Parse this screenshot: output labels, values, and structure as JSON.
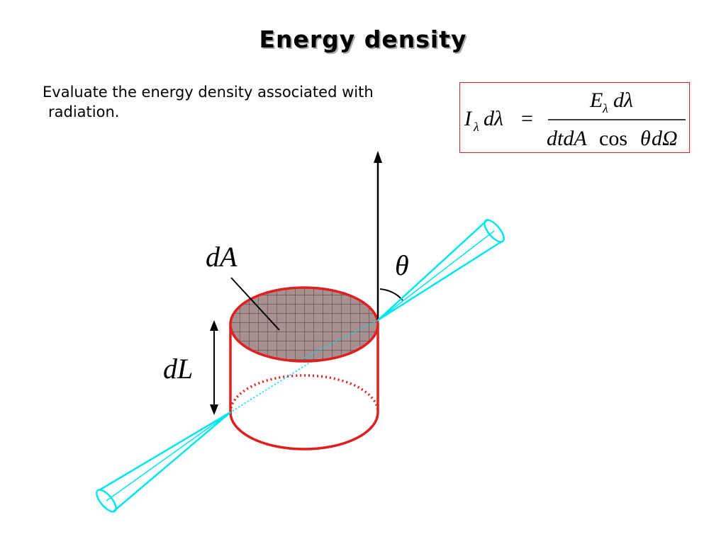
{
  "slide": {
    "title": "Energy density",
    "body_line_1": "Evaluate the energy density associated with",
    "body_line_2": "radiation."
  },
  "equation": {
    "lhs_I": "I",
    "lhs_sub": "λ",
    "lhs_rest": "dλ",
    "equals": "=",
    "num_E": "E",
    "num_sub": "λ",
    "num_rest": "dλ",
    "den_dtdA": "dtdA",
    "den_cos": "cos",
    "den_theta": "θ",
    "den_domega": "dΩ"
  },
  "labels": {
    "area": "dA",
    "length": "dL",
    "angle": "θ"
  },
  "colors": {
    "cylinder": "#e02020",
    "disk_fill": "#a89090",
    "hatch": "#5a4848",
    "beam": "#00e5ee",
    "axis": "#000000",
    "equation_border": "#e02020"
  }
}
